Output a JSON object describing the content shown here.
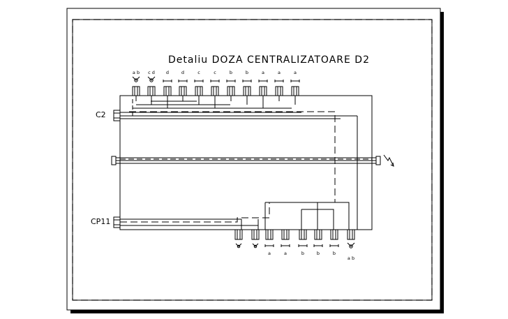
{
  "title": "Detaliu DOZA CENTRALIZATOARE D2",
  "connectors": {
    "c2": "C2",
    "cp11": "CP11"
  },
  "top_terminals": [
    {
      "label": "a b",
      "symbol": "lamp"
    },
    {
      "label": "c d",
      "symbol": "lamp"
    },
    {
      "label": "d",
      "symbol": "switch"
    },
    {
      "label": "d",
      "symbol": "switch"
    },
    {
      "label": "c",
      "symbol": "switch"
    },
    {
      "label": "c",
      "symbol": "switch"
    },
    {
      "label": "b",
      "symbol": "switch"
    },
    {
      "label": "b",
      "symbol": "switch"
    },
    {
      "label": "a",
      "symbol": "switch"
    },
    {
      "label": "a",
      "symbol": "switch"
    },
    {
      "label": "a",
      "symbol": "switch"
    }
  ],
  "bottom_terminals": [
    {
      "label": "",
      "symbol": "lamp-small"
    },
    {
      "label": "",
      "symbol": "lamp-small"
    },
    {
      "label": "a",
      "symbol": "switch"
    },
    {
      "label": "a",
      "symbol": "switch"
    },
    {
      "label": "b",
      "symbol": "switch"
    },
    {
      "label": "b",
      "symbol": "switch"
    },
    {
      "label": "b",
      "symbol": "switch"
    },
    {
      "label": "a b",
      "symbol": "lamp"
    }
  ],
  "colors": {
    "line": "#000000",
    "background": "#ffffff",
    "shadow": "#000000"
  }
}
